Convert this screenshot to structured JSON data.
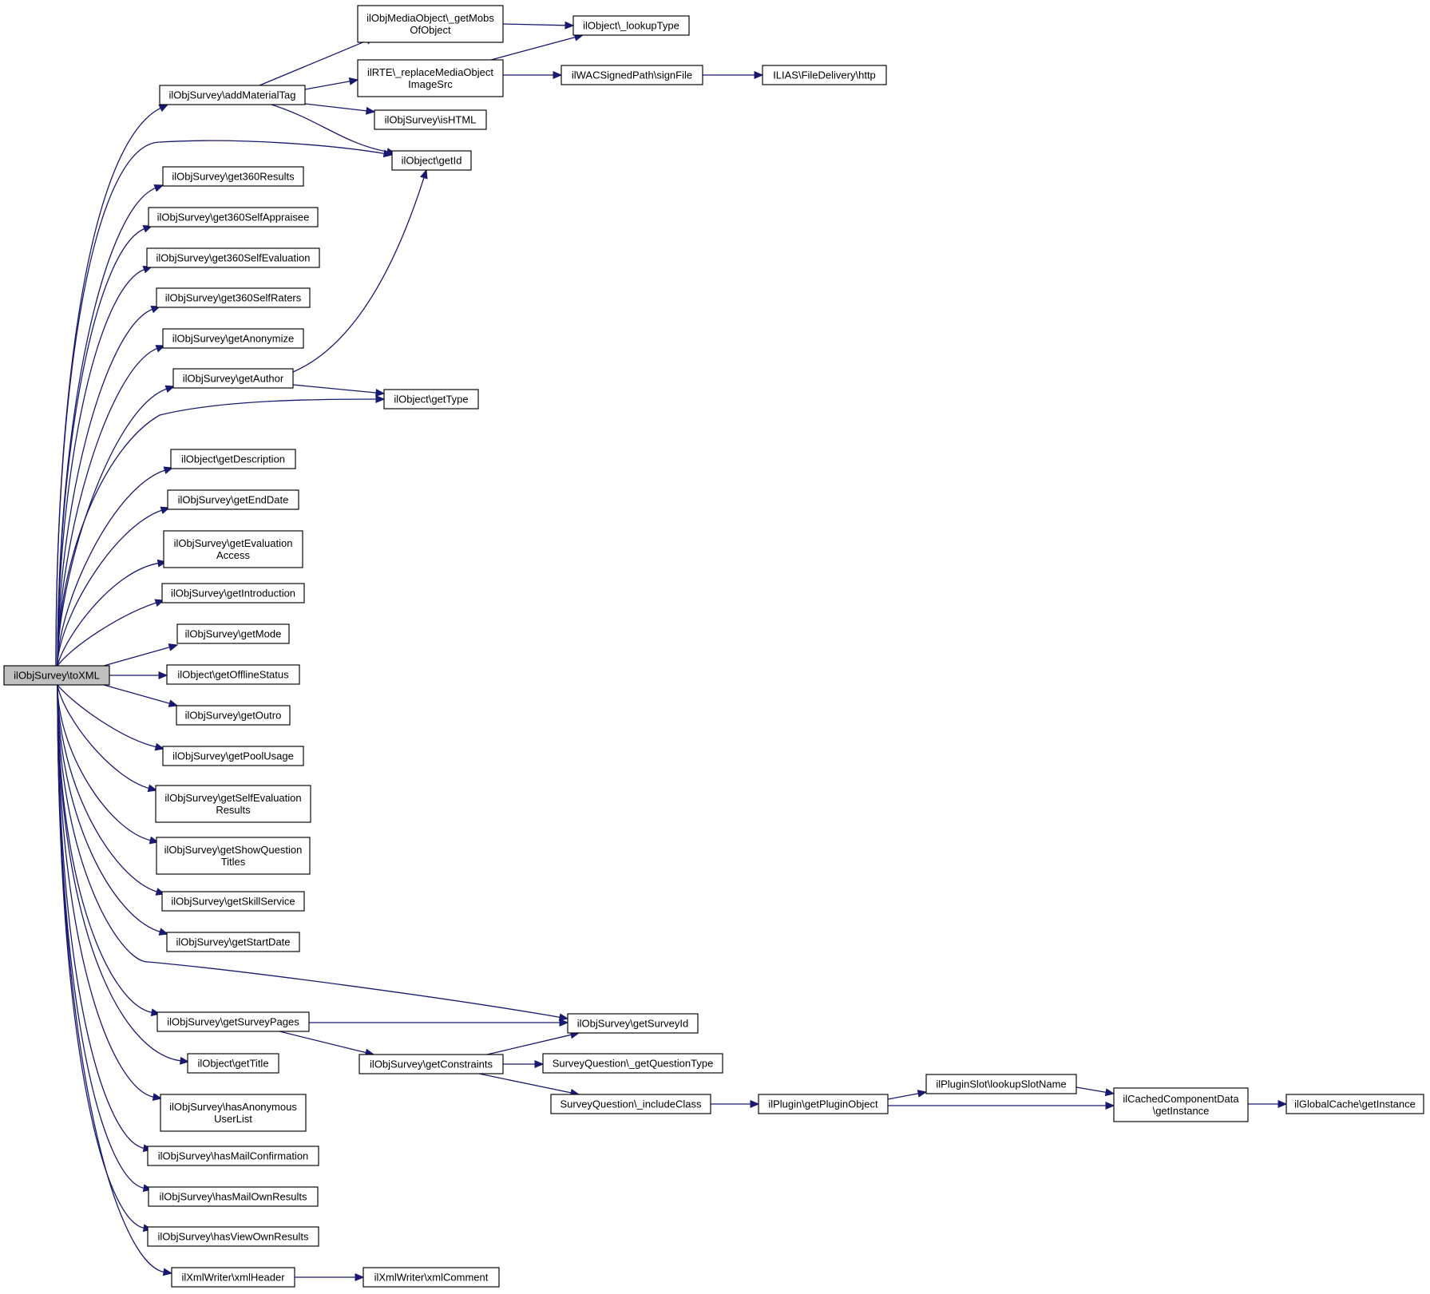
{
  "graph": {
    "colors": {
      "edge": "#191970",
      "node_fill": "#ffffff",
      "root_fill": "#bfbfbf",
      "border": "#000000"
    },
    "root": "toxml",
    "nodes": [
      {
        "id": "toxml",
        "label": [
          "ilObjSurvey\\toXML"
        ]
      },
      {
        "id": "addMaterialTag",
        "label": [
          "ilObjSurvey\\addMaterialTag"
        ]
      },
      {
        "id": "getMobs",
        "label": [
          "ilObjMediaObject\\_getMobs",
          "OfObject"
        ]
      },
      {
        "id": "lookupType",
        "label": [
          "ilObject\\_lookupType"
        ]
      },
      {
        "id": "replaceMedia",
        "label": [
          "ilRTE\\_replaceMediaObject",
          "ImageSrc"
        ]
      },
      {
        "id": "signFile",
        "label": [
          "ilWACSignedPath\\signFile"
        ]
      },
      {
        "id": "http",
        "label": [
          "ILIAS\\FileDelivery\\http"
        ]
      },
      {
        "id": "isHTML",
        "label": [
          "ilObjSurvey\\isHTML"
        ]
      },
      {
        "id": "getId",
        "label": [
          "ilObject\\getId"
        ]
      },
      {
        "id": "get360Results",
        "label": [
          "ilObjSurvey\\get360Results"
        ]
      },
      {
        "id": "get360SelfAppraisee",
        "label": [
          "ilObjSurvey\\get360SelfAppraisee"
        ]
      },
      {
        "id": "get360SelfEvaluation",
        "label": [
          "ilObjSurvey\\get360SelfEvaluation"
        ]
      },
      {
        "id": "get360SelfRaters",
        "label": [
          "ilObjSurvey\\get360SelfRaters"
        ]
      },
      {
        "id": "getAnonymize",
        "label": [
          "ilObjSurvey\\getAnonymize"
        ]
      },
      {
        "id": "getAuthor",
        "label": [
          "ilObjSurvey\\getAuthor"
        ]
      },
      {
        "id": "getType",
        "label": [
          "ilObject\\getType"
        ]
      },
      {
        "id": "getDescription",
        "label": [
          "ilObject\\getDescription"
        ]
      },
      {
        "id": "getEndDate",
        "label": [
          "ilObjSurvey\\getEndDate"
        ]
      },
      {
        "id": "getEvaluationAccess",
        "label": [
          "ilObjSurvey\\getEvaluation",
          "Access"
        ]
      },
      {
        "id": "getIntroduction",
        "label": [
          "ilObjSurvey\\getIntroduction"
        ]
      },
      {
        "id": "getMode",
        "label": [
          "ilObjSurvey\\getMode"
        ]
      },
      {
        "id": "getOfflineStatus",
        "label": [
          "ilObject\\getOfflineStatus"
        ]
      },
      {
        "id": "getOutro",
        "label": [
          "ilObjSurvey\\getOutro"
        ]
      },
      {
        "id": "getPoolUsage",
        "label": [
          "ilObjSurvey\\getPoolUsage"
        ]
      },
      {
        "id": "getSelfEvaluationResults",
        "label": [
          "ilObjSurvey\\getSelfEvaluation",
          "Results"
        ]
      },
      {
        "id": "getShowQuestionTitles",
        "label": [
          "ilObjSurvey\\getShowQuestion",
          "Titles"
        ]
      },
      {
        "id": "getSkillService",
        "label": [
          "ilObjSurvey\\getSkillService"
        ]
      },
      {
        "id": "getStartDate",
        "label": [
          "ilObjSurvey\\getStartDate"
        ]
      },
      {
        "id": "getSurveyPages",
        "label": [
          "ilObjSurvey\\getSurveyPages"
        ]
      },
      {
        "id": "getSurveyId",
        "label": [
          "ilObjSurvey\\getSurveyId"
        ]
      },
      {
        "id": "getTitle",
        "label": [
          "ilObject\\getTitle"
        ]
      },
      {
        "id": "getConstraints",
        "label": [
          "ilObjSurvey\\getConstraints"
        ]
      },
      {
        "id": "getQuestionType",
        "label": [
          "SurveyQuestion\\_getQuestionType"
        ]
      },
      {
        "id": "includeClass",
        "label": [
          "SurveyQuestion\\_includeClass"
        ]
      },
      {
        "id": "getPluginObject",
        "label": [
          "ilPlugin\\getPluginObject"
        ]
      },
      {
        "id": "lookupSlotName",
        "label": [
          "ilPluginSlot\\lookupSlotName"
        ]
      },
      {
        "id": "cachedGetInstance",
        "label": [
          "ilCachedComponentData",
          "\\getInstance"
        ]
      },
      {
        "id": "globalCacheGetInstance",
        "label": [
          "ilGlobalCache\\getInstance"
        ]
      },
      {
        "id": "hasAnonymousUserList",
        "label": [
          "ilObjSurvey\\hasAnonymous",
          "UserList"
        ]
      },
      {
        "id": "hasMailConfirmation",
        "label": [
          "ilObjSurvey\\hasMailConfirmation"
        ]
      },
      {
        "id": "hasMailOwnResults",
        "label": [
          "ilObjSurvey\\hasMailOwnResults"
        ]
      },
      {
        "id": "hasViewOwnResults",
        "label": [
          "ilObjSurvey\\hasViewOwnResults"
        ]
      },
      {
        "id": "xmlHeader",
        "label": [
          "ilXmlWriter\\xmlHeader"
        ]
      },
      {
        "id": "xmlComment",
        "label": [
          "ilXmlWriter\\xmlComment"
        ]
      }
    ],
    "edges": [
      {
        "from": "toxml",
        "to": "addMaterialTag"
      },
      {
        "from": "toxml",
        "to": "getId"
      },
      {
        "from": "toxml",
        "to": "get360Results"
      },
      {
        "from": "toxml",
        "to": "get360SelfAppraisee"
      },
      {
        "from": "toxml",
        "to": "get360SelfEvaluation"
      },
      {
        "from": "toxml",
        "to": "get360SelfRaters"
      },
      {
        "from": "toxml",
        "to": "getAnonymize"
      },
      {
        "from": "toxml",
        "to": "getAuthor"
      },
      {
        "from": "toxml",
        "to": "getType"
      },
      {
        "from": "toxml",
        "to": "getDescription"
      },
      {
        "from": "toxml",
        "to": "getEndDate"
      },
      {
        "from": "toxml",
        "to": "getEvaluationAccess"
      },
      {
        "from": "toxml",
        "to": "getIntroduction"
      },
      {
        "from": "toxml",
        "to": "getMode"
      },
      {
        "from": "toxml",
        "to": "getOfflineStatus"
      },
      {
        "from": "toxml",
        "to": "getOutro"
      },
      {
        "from": "toxml",
        "to": "getPoolUsage"
      },
      {
        "from": "toxml",
        "to": "getSelfEvaluationResults"
      },
      {
        "from": "toxml",
        "to": "getShowQuestionTitles"
      },
      {
        "from": "toxml",
        "to": "getSkillService"
      },
      {
        "from": "toxml",
        "to": "getStartDate"
      },
      {
        "from": "toxml",
        "to": "getSurveyId"
      },
      {
        "from": "toxml",
        "to": "getSurveyPages"
      },
      {
        "from": "toxml",
        "to": "getTitle"
      },
      {
        "from": "toxml",
        "to": "hasAnonymousUserList"
      },
      {
        "from": "toxml",
        "to": "hasMailConfirmation"
      },
      {
        "from": "toxml",
        "to": "hasMailOwnResults"
      },
      {
        "from": "toxml",
        "to": "hasViewOwnResults"
      },
      {
        "from": "toxml",
        "to": "xmlHeader"
      },
      {
        "from": "addMaterialTag",
        "to": "getMobs"
      },
      {
        "from": "addMaterialTag",
        "to": "replaceMedia"
      },
      {
        "from": "addMaterialTag",
        "to": "isHTML"
      },
      {
        "from": "addMaterialTag",
        "to": "getId"
      },
      {
        "from": "getMobs",
        "to": "lookupType"
      },
      {
        "from": "replaceMedia",
        "to": "lookupType"
      },
      {
        "from": "replaceMedia",
        "to": "signFile"
      },
      {
        "from": "signFile",
        "to": "http"
      },
      {
        "from": "getAuthor",
        "to": "getId"
      },
      {
        "from": "getAuthor",
        "to": "getType"
      },
      {
        "from": "getSurveyPages",
        "to": "getSurveyId"
      },
      {
        "from": "getSurveyPages",
        "to": "getConstraints"
      },
      {
        "from": "getConstraints",
        "to": "getSurveyId"
      },
      {
        "from": "getConstraints",
        "to": "getQuestionType"
      },
      {
        "from": "getConstraints",
        "to": "includeClass"
      },
      {
        "from": "includeClass",
        "to": "getPluginObject"
      },
      {
        "from": "getPluginObject",
        "to": "lookupSlotName"
      },
      {
        "from": "getPluginObject",
        "to": "cachedGetInstance"
      },
      {
        "from": "lookupSlotName",
        "to": "cachedGetInstance"
      },
      {
        "from": "cachedGetInstance",
        "to": "globalCacheGetInstance"
      },
      {
        "from": "xmlHeader",
        "to": "xmlComment"
      }
    ]
  }
}
